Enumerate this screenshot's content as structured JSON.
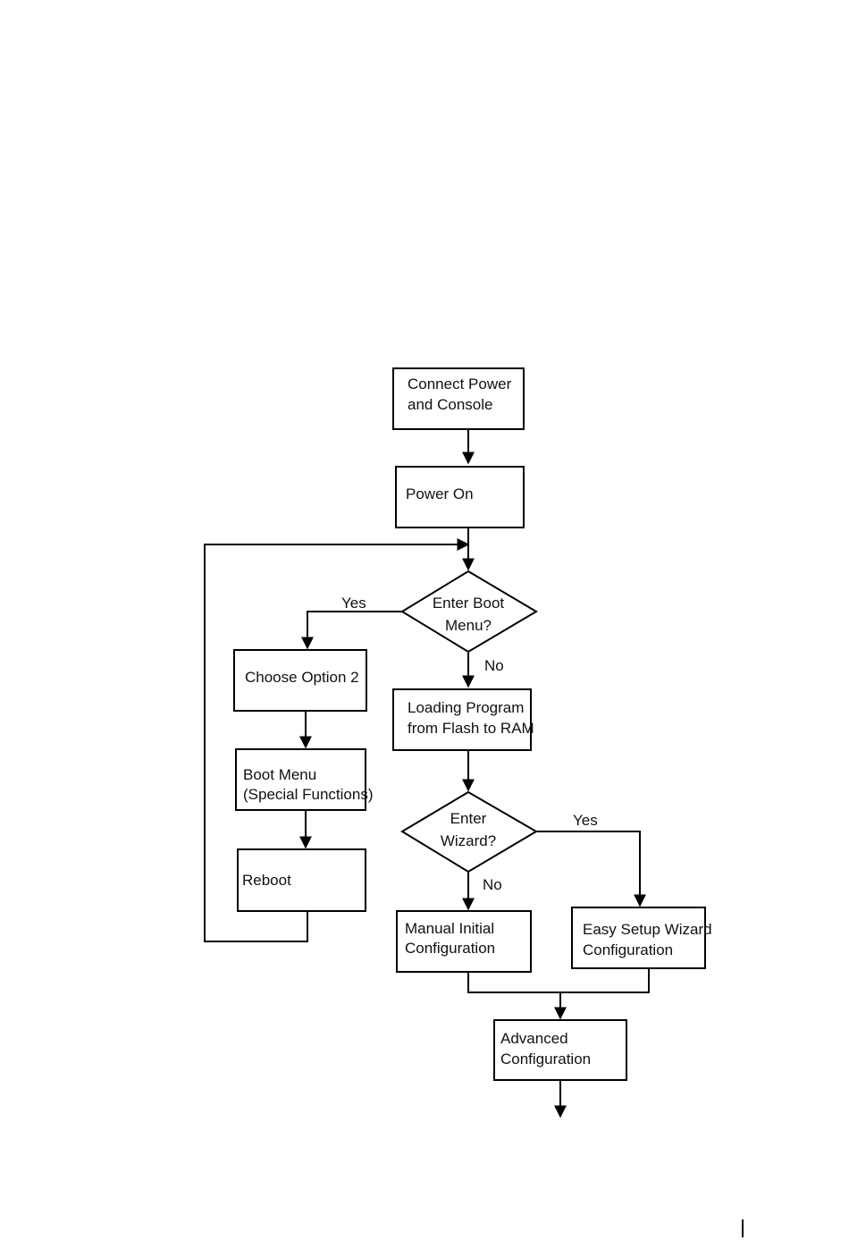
{
  "flowchart": {
    "connect": [
      "Connect Power",
      "and Console"
    ],
    "power_on": "Power On",
    "enter_boot": [
      "Enter Boot",
      "Menu?"
    ],
    "choose_option": "Choose Option 2",
    "boot_menu": [
      "Boot Menu",
      "(Special Functions)"
    ],
    "reboot": "Reboot",
    "loading": [
      "Loading Program",
      "from Flash to RAM"
    ],
    "enter_wizard": [
      "Enter",
      "Wizard?"
    ],
    "manual_config": [
      "Manual Initial",
      "Configuration"
    ],
    "easy_setup": [
      "Easy Setup Wizard",
      "Configuration"
    ],
    "advanced": [
      "Advanced",
      "Configuration"
    ],
    "yes_label": "Yes",
    "no_label": "No"
  }
}
